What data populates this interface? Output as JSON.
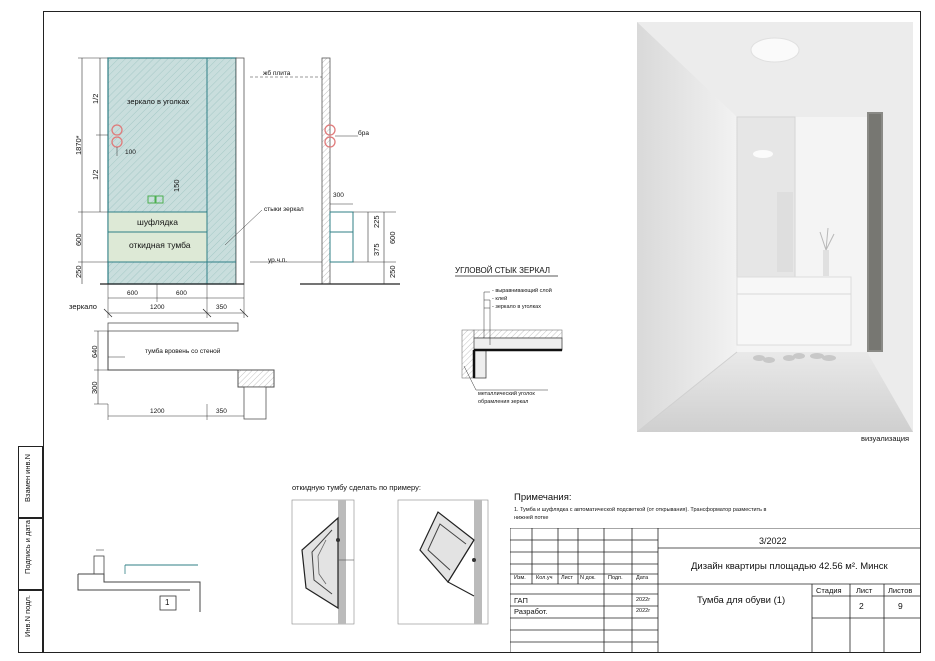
{
  "drawing": {
    "elevation": {
      "mirror_label": "зеркало в уголках",
      "drawer_label": "шуфлядка",
      "cabinet_label": "откидная тумба",
      "dim_total_height": "1870*",
      "dim_half_top": "1/2",
      "dim_half_bottom": "1/2",
      "dim_600": "600",
      "dim_250": "250",
      "dim_100": "100",
      "dim_150": "150",
      "dim_w1": "600",
      "dim_w2": "600",
      "dim_1200": "1200",
      "dim_350": "350",
      "mirror_ref": "зеркало"
    },
    "section": {
      "slab_label": "жб плита",
      "sconce_label": "бра",
      "joints_label": "стыки зеркал",
      "floor_label": "ур.ч.п.",
      "dim_300": "300",
      "dim_225": "225",
      "dim_375": "375",
      "dim_600": "600",
      "dim_250": "250"
    },
    "plan": {
      "flush_label": "тумба вровень со стеной",
      "dim_640": "640",
      "dim_300": "300",
      "dim_1200": "1200",
      "dim_350": "350"
    },
    "corner_detail": {
      "title": "УГЛОВОЙ СТЫК ЗЕРКАЛ",
      "layer1": "- выравнивающий слой",
      "layer2": "- клей",
      "layer3": "- зеркало в уголках",
      "angle_label_1": "металлический уголок",
      "angle_label_2": "обрамления зеркал"
    },
    "example": {
      "caption": "откидную тумбу сделать по примеру:"
    },
    "small_view": {
      "number": "1"
    },
    "visualization_label": "визуализация"
  },
  "notes": {
    "title": "Примечания:",
    "line1": "1. Тумба и шуфлядка с автоматической подсветкой (от открывания). Трансформатор разместить в",
    "line2": "нижней потке"
  },
  "sidebar": {
    "box1": "Взамен инв.N",
    "box2": "Подпись и дата",
    "box3": "Инв.N подл."
  },
  "title_block": {
    "code": "3/2022",
    "project": "Дизайн квартиры площадью 42.56 м². Минск",
    "sheet_title": "Тумба для обуви (1)",
    "headers": [
      "Изм.",
      "Кол.уч",
      "Лист",
      "N док.",
      "Подп.",
      "Дата"
    ],
    "row1_role": "ГАП",
    "row1_date": "2022г",
    "row2_role": "Разработ.",
    "row2_date": "2022г",
    "stage_header": "Стадия",
    "sheet_header": "Лист",
    "sheets_header": "Листов",
    "stage_value": "",
    "sheet_value": "2",
    "sheets_value": "9"
  },
  "colors": {
    "mirror_fill": "#c9dedd",
    "mirror_edge": "#2f7f86",
    "sconce": "#e07b7b",
    "switch": "#4caf50"
  }
}
